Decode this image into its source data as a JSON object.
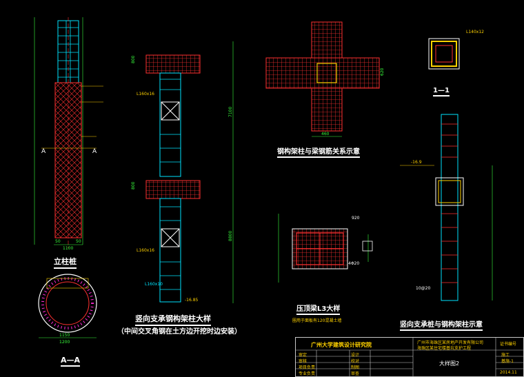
{
  "colors": {
    "background": "#000000",
    "rebar_red": "#ff3030",
    "steel_cyan": "#00e5ff",
    "dim_green": "#39ff3c",
    "note_yellow": "#ffd200",
    "white": "#ffffff",
    "pile_magenta": "#ff2bd6"
  },
  "titles": {
    "column_pile": "立柱桩",
    "section_aa": "A—A",
    "vertical_support_detail": "竖向支承钢构架柱大样",
    "vertical_support_note": "（中间交叉角钢在土方边开挖时边安装）",
    "steel_column_beam_rebar": "钢构架柱与梁钢筋关系示意",
    "section_11": "1—1",
    "top_beam_l3": "压顶梁L3大样",
    "top_beam_l3_note": "圈用于面板有120混凝土墙",
    "vertical_pile_column": "竖向支承桩与钢构架柱示意"
  },
  "labels": {
    "section_mark_a": "A",
    "dim_50": "50",
    "dim_1100": "1100",
    "dim_1150": "1150",
    "dim_800": "800",
    "dim_1200": "1200",
    "dim_7100": "7100",
    "dim_8800": "8800",
    "dim_460": "460",
    "dim_620": "620",
    "dim_920": "920",
    "dim_4920": "4Φ20",
    "dim_1020": "10@20",
    "l140_12": "L140x12",
    "l160_16": "L160x16",
    "l160_10": "L160x10",
    "level_mark": "-16.9",
    "level_mark_2": "-16.85"
  },
  "title_block": {
    "institute": "广州大学建筑设计研究院",
    "project": "广州市海珠区某房地产开发有限公司",
    "project_sub": "海珠区某住宅楼基坑支护工程",
    "drawing_name": "大样图2",
    "cert_label": "证书编号",
    "stage": "施工",
    "drawing_no": "基施-1",
    "date": "2014.11",
    "row_labels": [
      "审定",
      "审核",
      "项目负责",
      "专业负责",
      "设计",
      "校对",
      "制图",
      "审查"
    ]
  }
}
